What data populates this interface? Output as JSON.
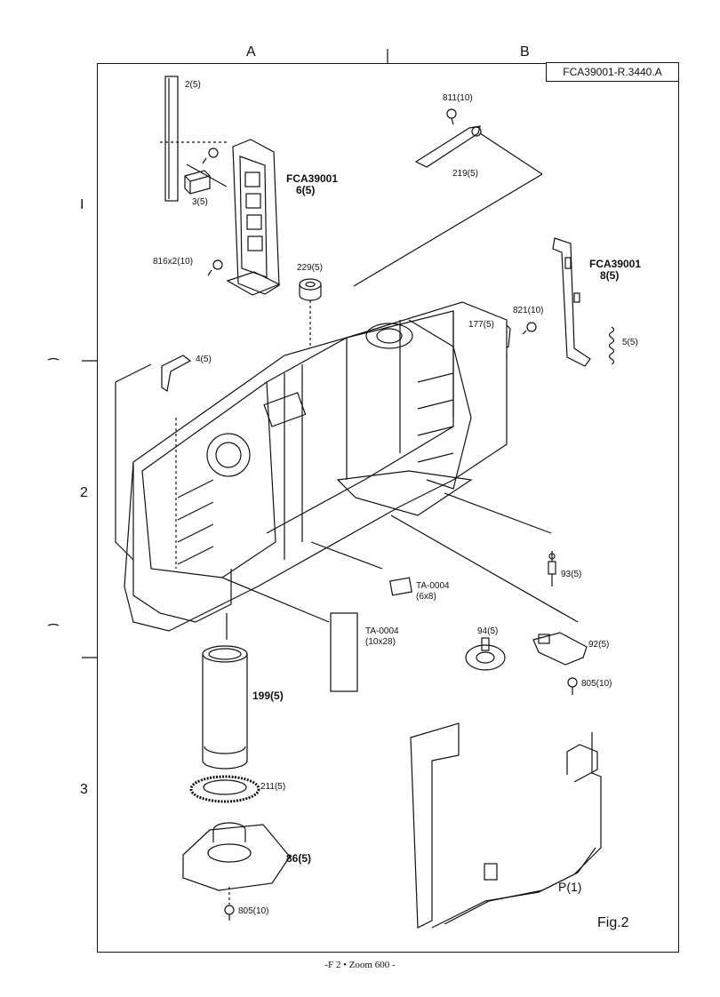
{
  "header": {
    "column_a": "A",
    "column_b": "B",
    "doc_id": "FCA39001-R.3440.A"
  },
  "rows": [
    "I",
    "2",
    "3"
  ],
  "labels": {
    "p2": "2(5)",
    "p3": "3(5)",
    "fca_a": "FCA39001",
    "p6": "6(5)",
    "p811": "811(10)",
    "p219": "219(5)",
    "p816": "816x2(10)",
    "p229": "229(5)",
    "fca_b": "FCA39001",
    "p8": "8(5)",
    "p821": "821(10)",
    "p177": "177(5)",
    "p5": "5(5)",
    "p4": "4(5)",
    "p93": "93(5)",
    "ta1": "TA-0004",
    "ta1_size": "(6x8)",
    "ta2": "TA-0004",
    "ta2_size": "(10x28)",
    "p94": "94(5)",
    "p92": "92(5)",
    "p805a": "805(10)",
    "p199": "199(5)",
    "p211": "211(5)",
    "p86": "86(5)",
    "p805b": "805(10)",
    "pcb": "P(1)"
  },
  "figure_label": "Fig.2",
  "footer": "-F 2 • Zoom 600 -"
}
